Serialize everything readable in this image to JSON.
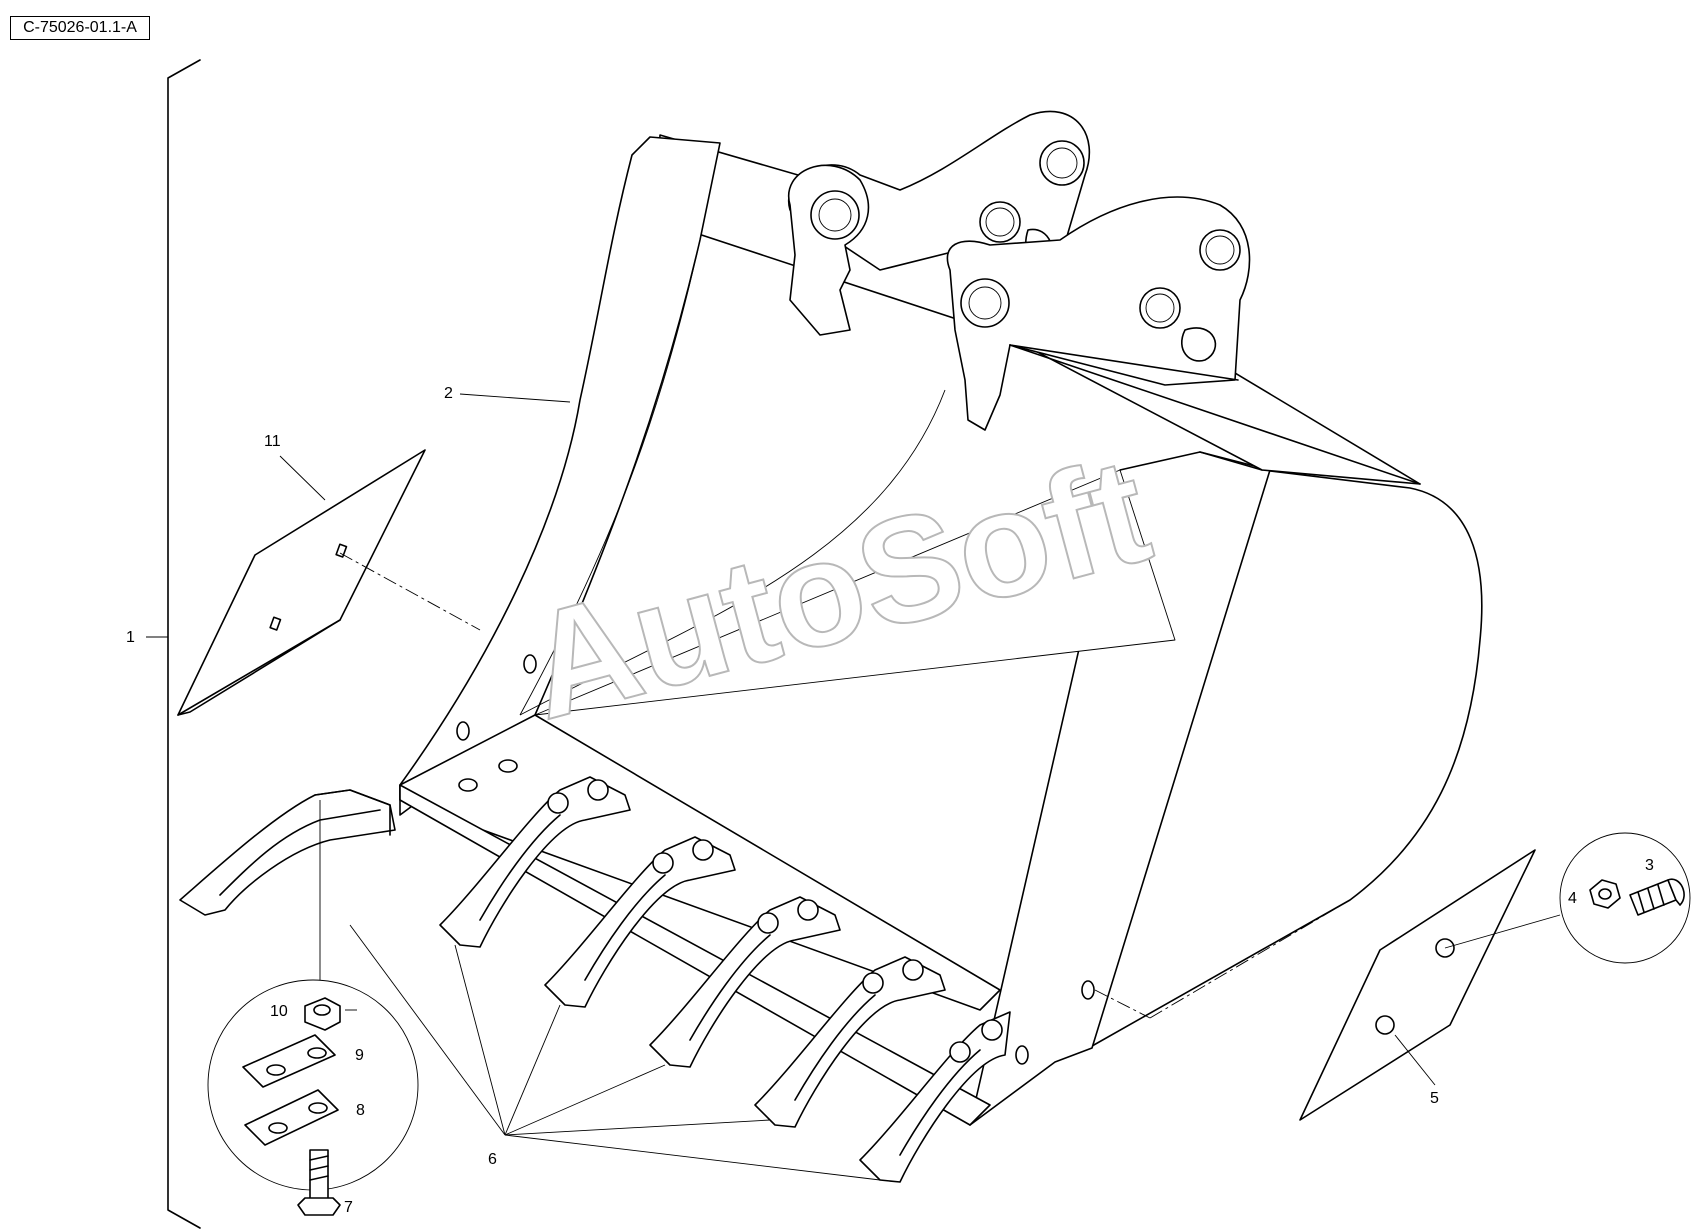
{
  "reference_code": "C-75026-01.1-A",
  "watermark": "AutoSoft",
  "callouts": {
    "c1": "1",
    "c2": "2",
    "c3": "3",
    "c4": "4",
    "c5": "5",
    "c6": "6",
    "c7": "7",
    "c8": "8",
    "c9": "9",
    "c10": "10",
    "c11": "11"
  },
  "parts": [
    {
      "callout": "1",
      "icon": "assembly-bracket"
    },
    {
      "callout": "2",
      "icon": "excavator-bucket"
    },
    {
      "callout": "3",
      "icon": "bolt"
    },
    {
      "callout": "4",
      "icon": "nut"
    },
    {
      "callout": "5",
      "icon": "side-cutter-plate"
    },
    {
      "callout": "6",
      "icon": "bucket-tooth"
    },
    {
      "callout": "7",
      "icon": "bolt"
    },
    {
      "callout": "8",
      "icon": "shim-plate"
    },
    {
      "callout": "9",
      "icon": "shim-plate"
    },
    {
      "callout": "10",
      "icon": "nut"
    },
    {
      "callout": "11",
      "icon": "side-cutter-plate"
    }
  ]
}
